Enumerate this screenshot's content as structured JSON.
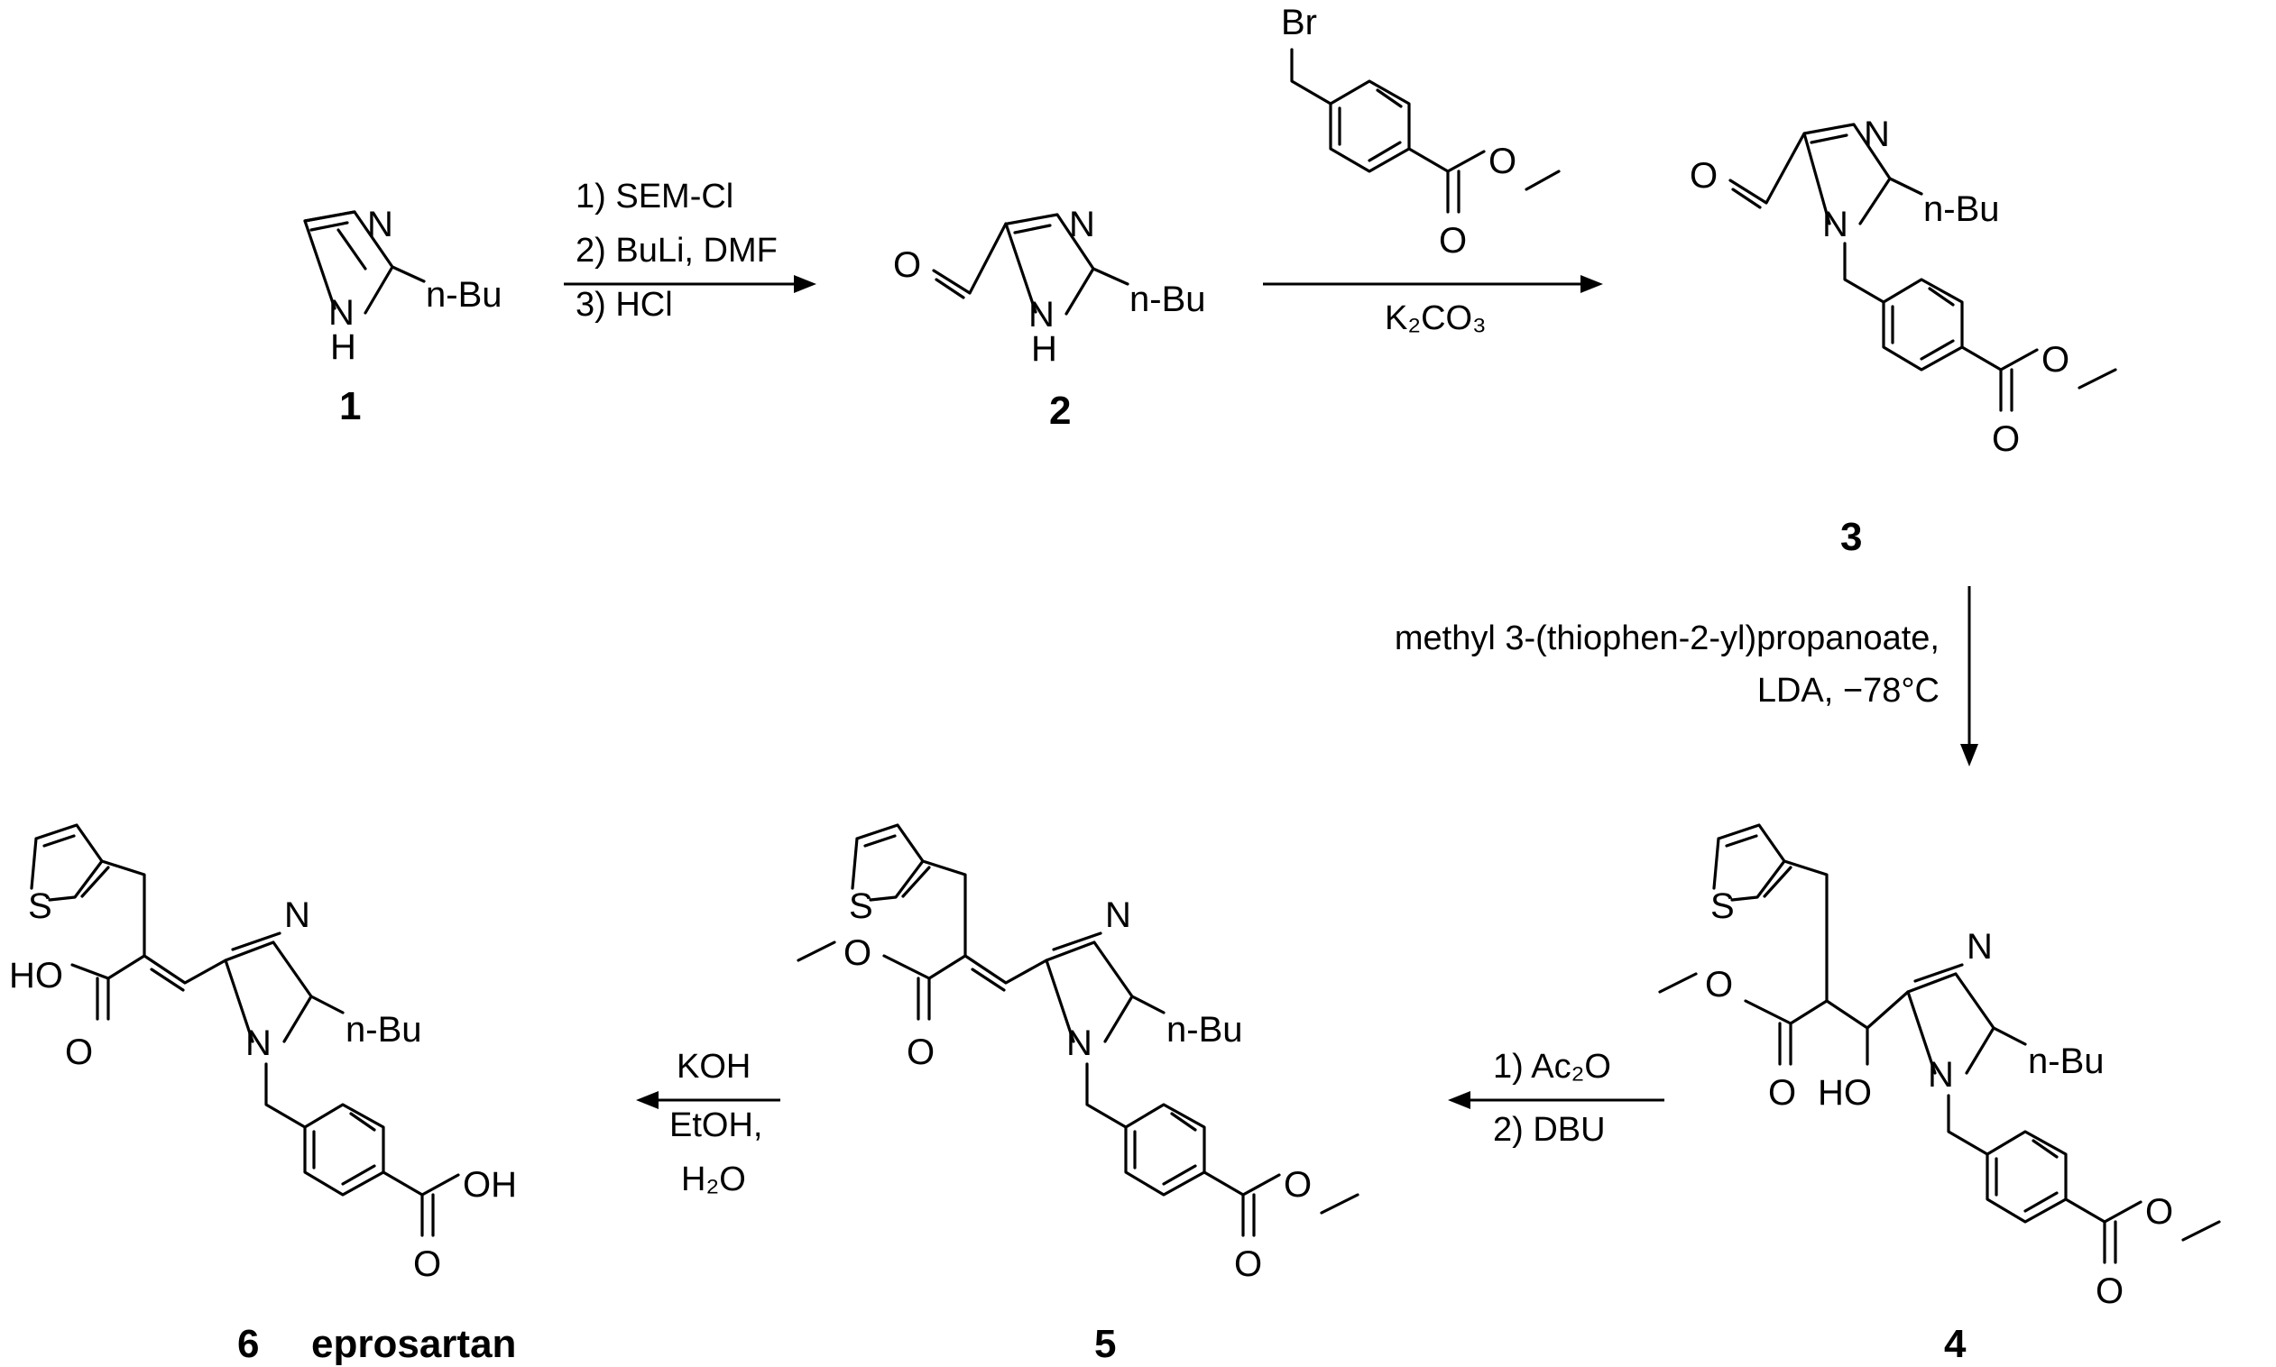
{
  "compounds": {
    "c1": {
      "number": "1",
      "n": "N",
      "nh": "N",
      "h": "H",
      "sub": "n-Bu"
    },
    "c2": {
      "number": "2",
      "n": "N",
      "nh": "N",
      "h": "H",
      "sub": "n-Bu",
      "o": "O"
    },
    "c3": {
      "number": "3",
      "n": "N",
      "n1": "N",
      "sub": "n-Bu",
      "o_ald": "O",
      "o_ester": "O",
      "o_carbonyl": "O"
    },
    "c4": {
      "number": "4",
      "n": "N",
      "n1": "N",
      "sub": "n-Bu",
      "s": "S",
      "o_ester": "O",
      "o_carbonyl": "O",
      "ho": "HO",
      "o_ester2": "O",
      "o_carbonyl2": "O"
    },
    "c5": {
      "number": "5",
      "n": "N",
      "n1": "N",
      "sub": "n-Bu",
      "s": "S",
      "o_ester": "O",
      "o_carbonyl": "O",
      "o_ester2": "O",
      "o_carbonyl2": "O"
    },
    "c6": {
      "number": "6",
      "name": "eprosartan",
      "n": "N",
      "n1": "N",
      "sub": "n-Bu",
      "s": "S",
      "ho": "HO",
      "o_carbonyl": "O",
      "oh": "OH",
      "o_carbonyl2": "O"
    }
  },
  "reagent": {
    "br": "Br",
    "o_ester": "O",
    "o_carbonyl": "O"
  },
  "steps": {
    "s1": {
      "lines": [
        "1) SEM-Cl",
        "2) BuLi, DMF",
        "3) HCl"
      ]
    },
    "s2": {
      "below": "K₂CO₃"
    },
    "s3": {
      "lines": [
        "methyl 3-(thiophen-2-yl)propanoate,",
        "LDA, −78°C"
      ]
    },
    "s4": {
      "lines": [
        "1) Ac₂O",
        "2) DBU"
      ]
    },
    "s5": {
      "lines": [
        "KOH",
        "EtOH,",
        "H₂O"
      ]
    }
  }
}
